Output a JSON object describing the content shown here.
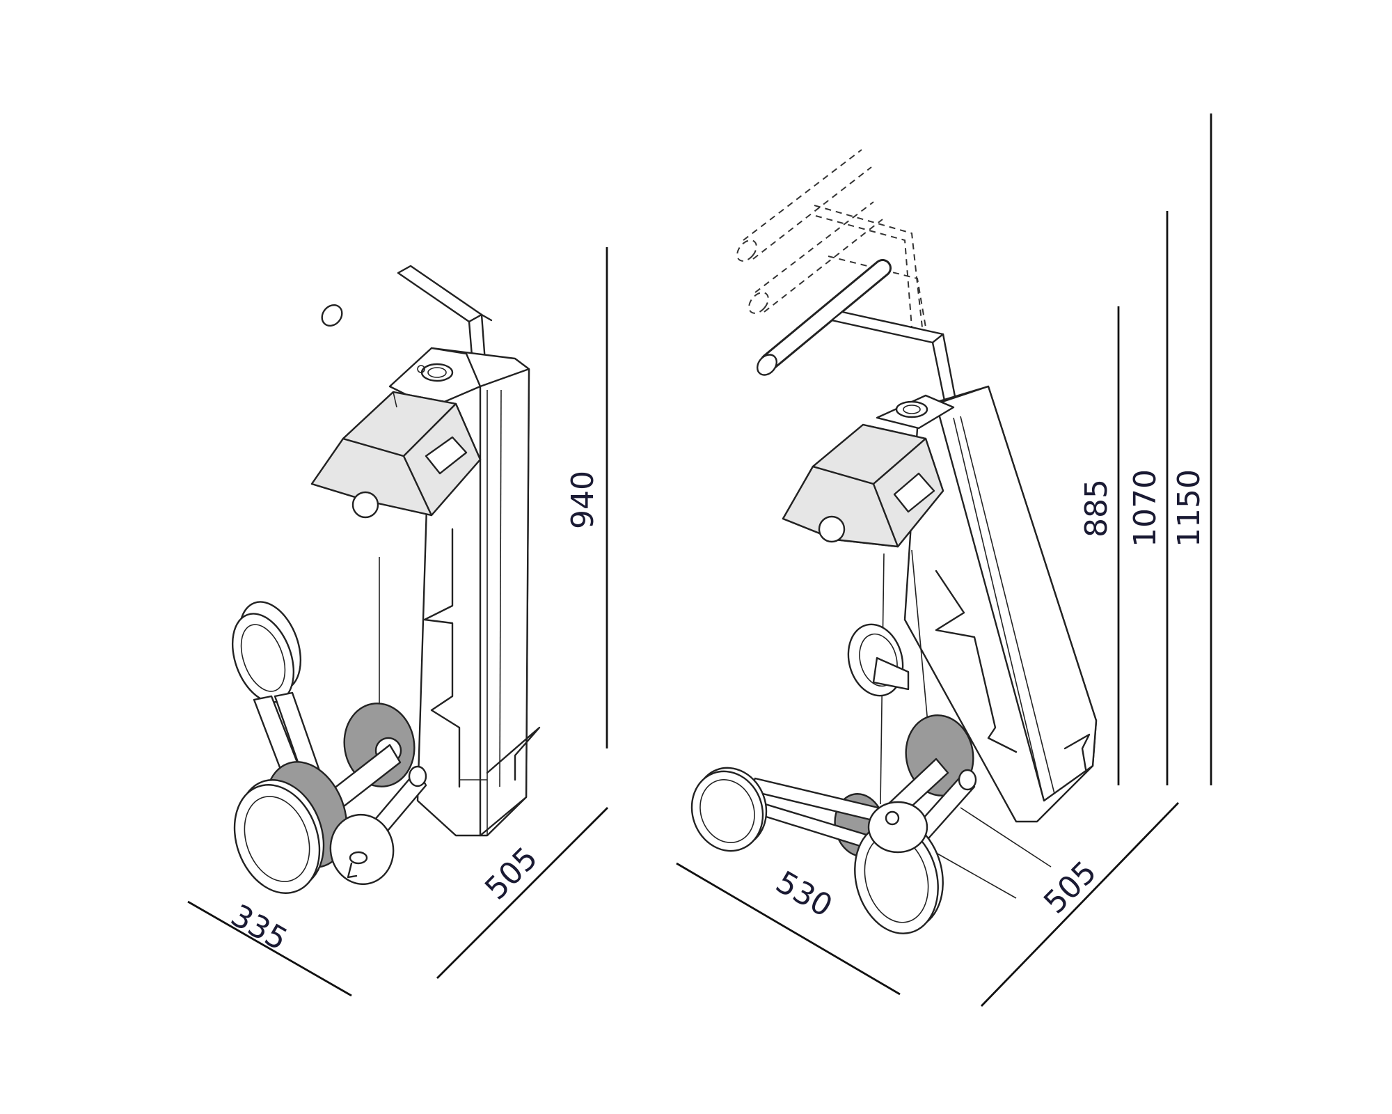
{
  "views": {
    "compact": {
      "width_label": "335",
      "depth_label": "505",
      "height_label": "940"
    },
    "extended": {
      "width_label": "530",
      "depth_label": "505",
      "heights": [
        "885",
        "1070",
        "1150"
      ]
    }
  },
  "colors": {
    "line": "#222222",
    "label": "#1a1a33",
    "panel_fill": "#e6e6e6",
    "disc_fill": "#9a9a9a"
  }
}
